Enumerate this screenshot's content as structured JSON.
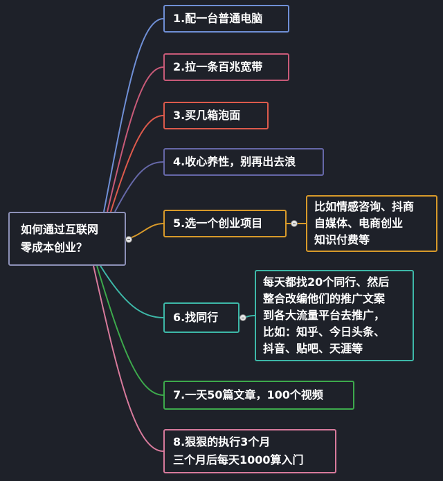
{
  "root": {
    "line1": "如何通过互联网",
    "line2": "零成本创业？"
  },
  "branches": [
    {
      "label": "1.配一台普通电脑",
      "color": "#6f8fd6"
    },
    {
      "label": "2.拉一条百兆宽带",
      "color": "#c85a78"
    },
    {
      "label": "3.买几箱泡面",
      "color": "#dd5a4c"
    },
    {
      "label": "4.收心养性，别再出去浪",
      "color": "#6668a8"
    },
    {
      "label": "5.选一个创业项目",
      "color": "#d89a2a",
      "detail": [
        "比如情感咨询、抖商",
        "自媒体、电商创业",
        "知识付费等"
      ]
    },
    {
      "label": "6.找同行",
      "color": "#3db8a8",
      "detail": [
        "每天都找20个同行、然后",
        "整合改编他们的推广文案",
        "到各大流量平台去推广，",
        "比如：知乎、今日头条、",
        "抖音、贴吧、天涯等"
      ]
    },
    {
      "label": "7.一天50篇文章，100个视频",
      "color": "#3daa4c"
    },
    {
      "label_lines": [
        "8.狠狠的执行3个月",
        "三个月后每天1000算入门"
      ],
      "color": "#d87a9c"
    }
  ],
  "colors": {
    "background": "#1e2129",
    "root_border": "#8d91b8",
    "text": "#ffffff"
  }
}
